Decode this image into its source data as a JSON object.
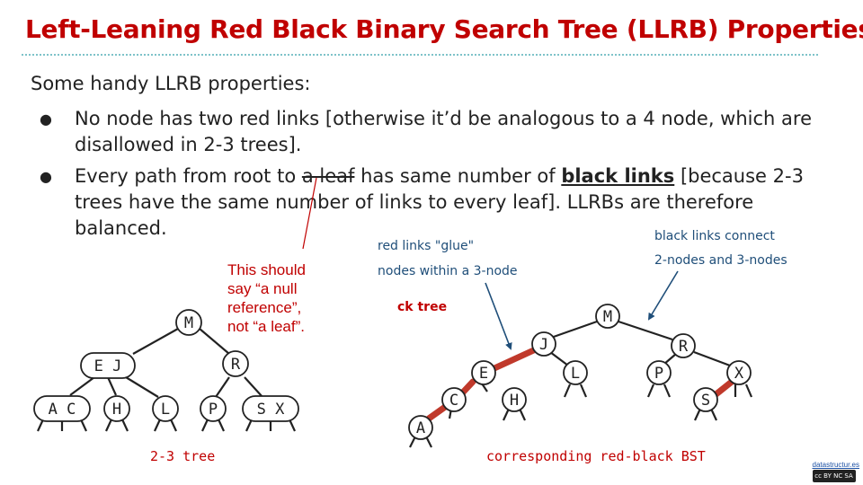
{
  "slide": {
    "title": "Left-Leaning Red Black Binary Search Tree (LLRB) Properties",
    "intro": "Some handy LLRB properties:",
    "bullet1": "No node has two red links [otherwise it’d be analogous to a 4 node, which are disallowed in 2-3 trees].",
    "bullet2": {
      "before": "Every path from root to ",
      "struck": "a leaf",
      "middle": " has same number of ",
      "emph": "black links",
      "after": " [because 2-3 trees have the same number of links to every leaf]. LLRBs are therefore balanced."
    },
    "annotation": "This should say “a null reference”, not “a leaf”.",
    "accent_color": "#c00000"
  },
  "figure": {
    "left_caption": "2-3 tree",
    "right_caption": "corresponding red-black BST",
    "red_label_1": "red links \"glue\"",
    "red_label_2": "nodes within a 3-node",
    "black_label_1": "black links connect",
    "black_label_2": "2-nodes and 3-nodes",
    "partial_label": "ck tree",
    "two_three_nodes": [
      "M",
      "E J",
      "R",
      "A C",
      "H",
      "L",
      "P",
      "S X"
    ],
    "rb_nodes": [
      "M",
      "J",
      "R",
      "E",
      "L",
      "P",
      "X",
      "C",
      "H",
      "S",
      "A"
    ],
    "red_link_color": "#c0392b",
    "label_blue": "#1f4e79"
  },
  "badge": {
    "link_text": "datastructur.es",
    "license_text": "cc BY NC SA"
  }
}
